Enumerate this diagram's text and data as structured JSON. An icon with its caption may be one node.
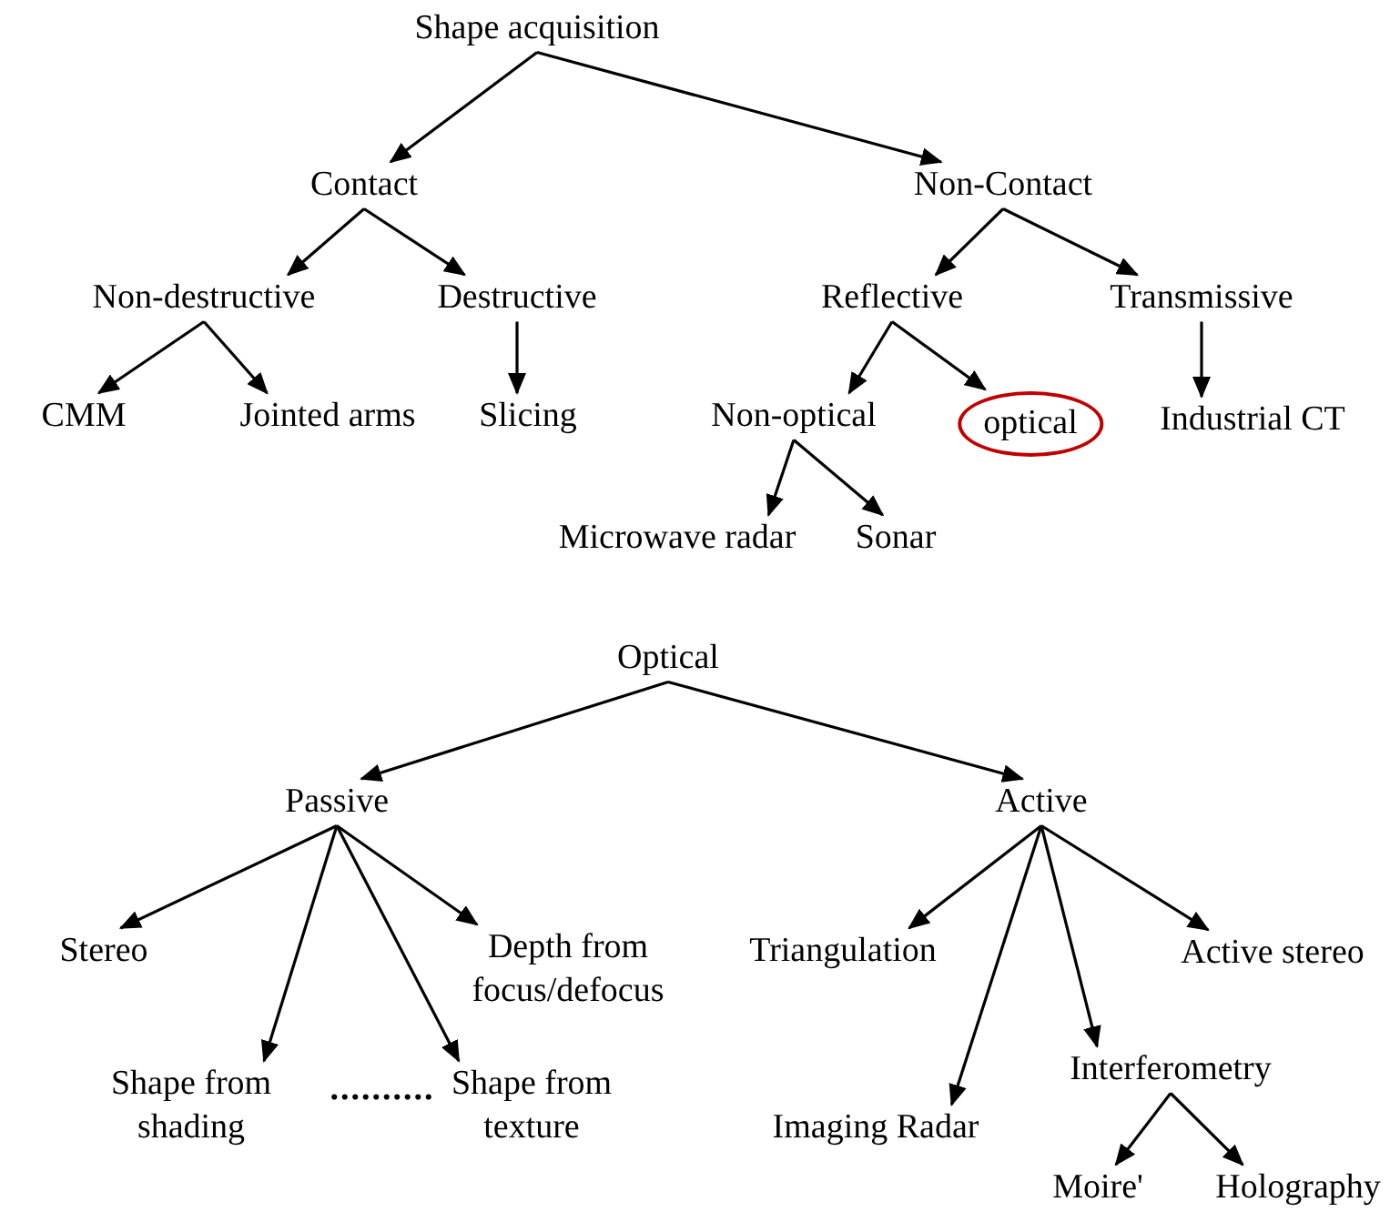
{
  "diagram": {
    "nodes": [
      {
        "text": [
          "Shape acquisition"
        ]
      },
      {
        "text": [
          "Contact"
        ]
      },
      {
        "text": [
          "Non-Contact"
        ]
      },
      {
        "text": [
          "Non-destructive"
        ]
      },
      {
        "text": [
          "Destructive"
        ]
      },
      {
        "text": [
          "Reflective"
        ]
      },
      {
        "text": [
          "Transmissive"
        ]
      },
      {
        "text": [
          "CMM"
        ]
      },
      {
        "text": [
          "Jointed arms"
        ]
      },
      {
        "text": [
          "Slicing"
        ]
      },
      {
        "text": [
          "Non-optical"
        ]
      },
      {
        "text": [
          "optical"
        ]
      },
      {
        "text": [
          "Industrial CT"
        ]
      },
      {
        "text": [
          "Microwave radar"
        ]
      },
      {
        "text": [
          "Sonar"
        ]
      },
      {
        "text": [
          "Optical"
        ]
      },
      {
        "text": [
          "Passive"
        ]
      },
      {
        "text": [
          "Active"
        ]
      },
      {
        "text": [
          "Stereo"
        ]
      },
      {
        "text": [
          "Depth from focus/defocus"
        ]
      },
      {
        "text": [
          "Triangulation"
        ]
      },
      {
        "text": [
          "Active stereo"
        ]
      },
      {
        "text": [
          "Shape from shading"
        ]
      },
      {
        "text": [
          "Shape from texture"
        ]
      },
      {
        "text": [
          "Imaging Radar"
        ]
      },
      {
        "text": [
          "Interferometry"
        ]
      },
      {
        "text": [
          "Moire'"
        ]
      },
      {
        "text": [
          "Holography"
        ]
      }
    ],
    "edges": [
      {
        "from": 0,
        "to": 1,
        "arrow": "to"
      },
      {
        "from": 0,
        "to": 2,
        "arrow": "to"
      },
      {
        "from": 1,
        "to": 3,
        "arrow": "to"
      },
      {
        "from": 1,
        "to": 4,
        "arrow": "to"
      },
      {
        "from": 2,
        "to": 5,
        "arrow": "to"
      },
      {
        "from": 2,
        "to": 6,
        "arrow": "to"
      },
      {
        "from": 3,
        "to": 7,
        "arrow": "to"
      },
      {
        "from": 3,
        "to": 8,
        "arrow": "to"
      },
      {
        "from": 4,
        "to": 9,
        "arrow": "to"
      },
      {
        "from": 5,
        "to": 10,
        "arrow": "to"
      },
      {
        "from": 5,
        "to": 11,
        "arrow": "to"
      },
      {
        "from": 6,
        "to": 12,
        "arrow": "to"
      },
      {
        "from": 10,
        "to": 13,
        "arrow": "to"
      },
      {
        "from": 10,
        "to": 14,
        "arrow": "to"
      },
      {
        "from": 15,
        "to": 16,
        "arrow": "to"
      },
      {
        "from": 15,
        "to": 17,
        "arrow": "to"
      },
      {
        "from": 16,
        "to": 18,
        "arrow": "to"
      },
      {
        "from": 16,
        "to": 22,
        "arrow": "to"
      },
      {
        "from": 16,
        "to": 23,
        "arrow": "to"
      },
      {
        "from": 16,
        "to": 19,
        "arrow": "to"
      },
      {
        "from": 17,
        "to": 20,
        "arrow": "to"
      },
      {
        "from": 17,
        "to": 24,
        "arrow": "to"
      },
      {
        "from": 17,
        "to": 25,
        "arrow": "to"
      },
      {
        "from": 17,
        "to": 21,
        "arrow": "to"
      },
      {
        "from": 25,
        "to": 26,
        "arrow": "to"
      },
      {
        "from": 25,
        "to": 27,
        "arrow": "to"
      }
    ],
    "labels": [
      ".........."
    ]
  }
}
